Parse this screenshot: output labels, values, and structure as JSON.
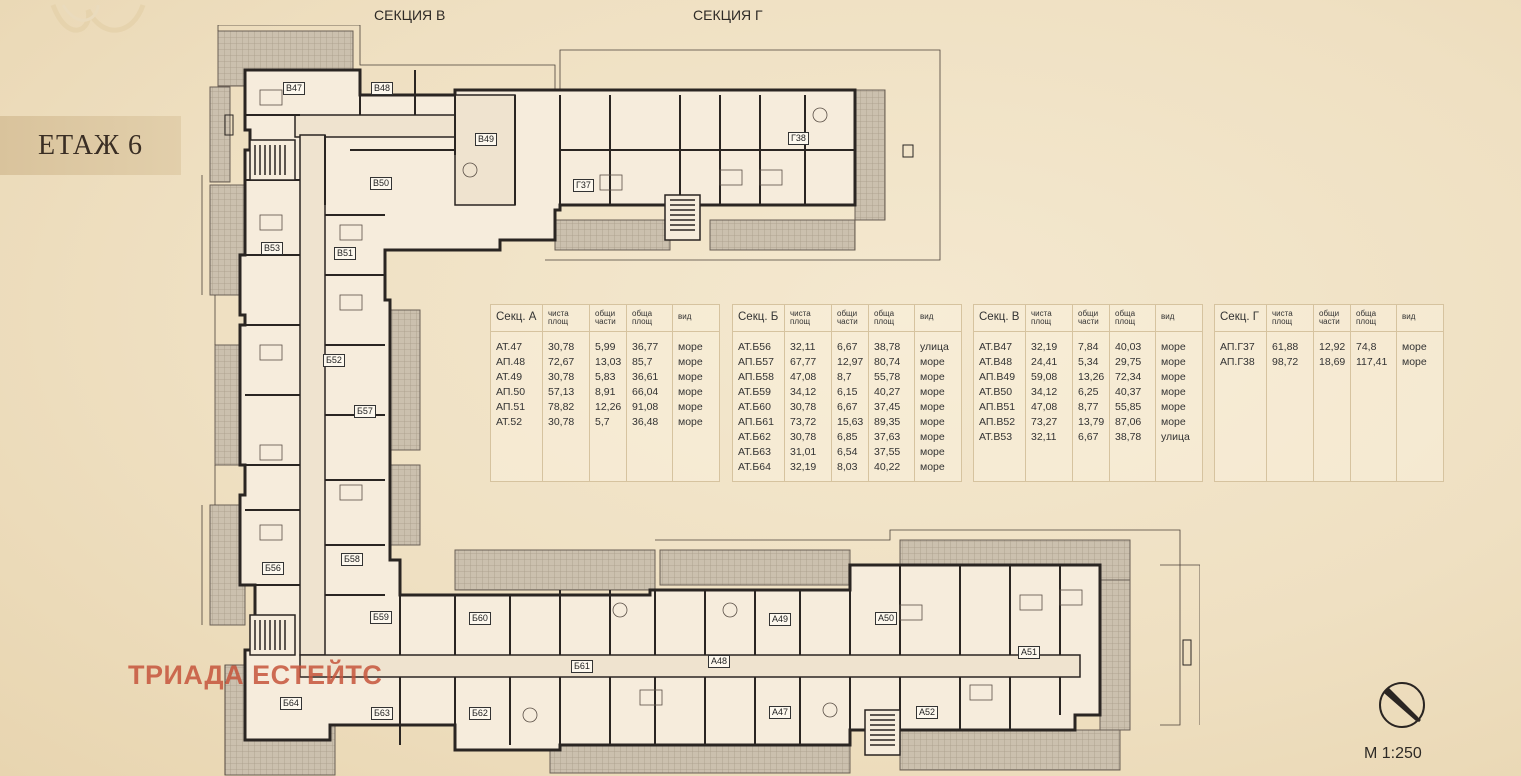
{
  "floor": {
    "label": "ЕТАЖ 6"
  },
  "sections": {
    "v_label": "СЕКЦИЯ В",
    "g_label": "СЕКЦИЯ Г"
  },
  "watermark": "ТРИАДА ЕСТЕЙТС",
  "scale": "М 1:250",
  "colors": {
    "wall": "#2a2522",
    "room": "#f6ecdc",
    "terrace": "#cfc4b4",
    "accent": "#c6553c"
  },
  "unit_labels": {
    "b47": "В47",
    "b48": "В48",
    "b49": "В49",
    "b50": "В50",
    "b51": "В51",
    "b52": "Б52",
    "b53": "В53",
    "g37": "Г37",
    "g38": "Г38",
    "b56": "Б56",
    "b57": "Б57",
    "b58": "Б58",
    "b59": "Б59",
    "b60": "Б60",
    "b61": "Б61",
    "b62": "Б62",
    "b63": "Б63",
    "b64": "Б64",
    "a47": "А47",
    "a48": "А48",
    "a49": "А49",
    "a50": "А50",
    "a51": "А51",
    "a52": "А52"
  },
  "tables": [
    {
      "headers": {
        "sec": "Секц. А",
        "net": [
          "чиста",
          "площ"
        ],
        "common": [
          "общи",
          "части"
        ],
        "total": [
          "обща",
          "площ"
        ],
        "view": "вид"
      },
      "rows": [
        {
          "ap": "АТ.47",
          "net": "30,78",
          "common": "5,99",
          "total": "36,77",
          "view": "море"
        },
        {
          "ap": "АП.48",
          "net": "72,67",
          "common": "13,03",
          "total": "85,7",
          "view": "море"
        },
        {
          "ap": "АТ.49",
          "net": "30,78",
          "common": "5,83",
          "total": "36,61",
          "view": "море"
        },
        {
          "ap": "АП.50",
          "net": "57,13",
          "common": "8,91",
          "total": "66,04",
          "view": "море"
        },
        {
          "ap": "АП.51",
          "net": "78,82",
          "common": "12,26",
          "total": "91,08",
          "view": "море"
        },
        {
          "ap": "АТ.52",
          "net": "30,78",
          "common": "5,7",
          "total": "36,48",
          "view": "море"
        }
      ]
    },
    {
      "headers": {
        "sec": "Секц. Б",
        "net": [
          "чиста",
          "площ"
        ],
        "common": [
          "общи",
          "части"
        ],
        "total": [
          "обща",
          "площ"
        ],
        "view": "вид"
      },
      "rows": [
        {
          "ap": "АТ.Б56",
          "net": "32,11",
          "common": "6,67",
          "total": "38,78",
          "view": "улица"
        },
        {
          "ap": "АП.Б57",
          "net": "67,77",
          "common": "12,97",
          "total": "80,74",
          "view": "море"
        },
        {
          "ap": "АП.Б58",
          "net": "47,08",
          "common": "8,7",
          "total": "55,78",
          "view": "море"
        },
        {
          "ap": "АТ.Б59",
          "net": "34,12",
          "common": "6,15",
          "total": "40,27",
          "view": "море"
        },
        {
          "ap": "АТ.Б60",
          "net": "30,78",
          "common": "6,67",
          "total": "37,45",
          "view": "море"
        },
        {
          "ap": "АП.Б61",
          "net": "73,72",
          "common": "15,63",
          "total": "89,35",
          "view": "море"
        },
        {
          "ap": "АТ.Б62",
          "net": "30,78",
          "common": "6,85",
          "total": "37,63",
          "view": "море"
        },
        {
          "ap": "АТ.Б63",
          "net": "31,01",
          "common": "6,54",
          "total": "37,55",
          "view": "море"
        },
        {
          "ap": "АТ.Б64",
          "net": "32,19",
          "common": "8,03",
          "total": "40,22",
          "view": "море"
        }
      ]
    },
    {
      "headers": {
        "sec": "Секц. В",
        "net": [
          "чиста",
          "площ"
        ],
        "common": [
          "общи",
          "части"
        ],
        "total": [
          "обща",
          "площ"
        ],
        "view": "вид"
      },
      "rows": [
        {
          "ap": "АТ.В47",
          "net": "32,19",
          "common": "7,84",
          "total": "40,03",
          "view": "море"
        },
        {
          "ap": "АТ.В48",
          "net": "24,41",
          "common": "5,34",
          "total": "29,75",
          "view": "море"
        },
        {
          "ap": "АП.В49",
          "net": "59,08",
          "common": "13,26",
          "total": "72,34",
          "view": "море"
        },
        {
          "ap": "АТ.В50",
          "net": "34,12",
          "common": "6,25",
          "total": "40,37",
          "view": "море"
        },
        {
          "ap": "АП.В51",
          "net": "47,08",
          "common": "8,77",
          "total": "55,85",
          "view": "море"
        },
        {
          "ap": "АП.В52",
          "net": "73,27",
          "common": "13,79",
          "total": "87,06",
          "view": "море"
        },
        {
          "ap": "АТ.В53",
          "net": "32,11",
          "common": "6,67",
          "total": "38,78",
          "view": "улица"
        }
      ]
    },
    {
      "headers": {
        "sec": "Секц. Г",
        "net": [
          "чиста",
          "площ"
        ],
        "common": [
          "общи",
          "части"
        ],
        "total": [
          "обща",
          "площ"
        ],
        "view": "вид"
      },
      "rows": [
        {
          "ap": "АП.Г37",
          "net": "61,88",
          "common": "12,92",
          "total": "74,8",
          "view": "море"
        },
        {
          "ap": "АП.Г38",
          "net": "98,72",
          "common": "18,69",
          "total": "117,41",
          "view": "море"
        }
      ]
    }
  ]
}
